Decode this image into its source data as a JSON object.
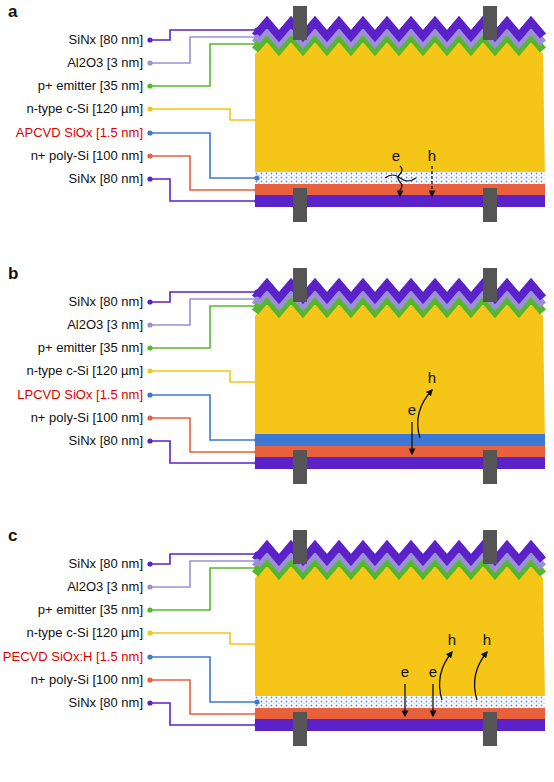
{
  "diagram": {
    "labels": [
      "a",
      "SiNx [80 nm]",
      "Al2O3 [3 nm]",
      "p+ emitter [35 nm]",
      "n-type c-Si [120 µm]",
      "APCVD SiOx [1.5 nm]",
      "n+ poly-Si [100 nm]",
      "SiNx [80 nm]",
      "e",
      "h",
      "b",
      "SiNx [80 nm]",
      "Al2O3 [3 nm]",
      "p+ emitter [35 nm]",
      "n-type c-Si [120 µm]",
      "LPCVD SiOx [1.5 nm]",
      "n+ poly-Si [100 nm]",
      "SiNx [80 nm]",
      "h",
      "e",
      "c",
      "SiNx [80 nm]",
      "Al2O3 [3 nm]",
      "p+ emitter [35 nm]",
      "n-type c-Si [120 µm]",
      "PECVD SiOx:H [1.5 nm]",
      "n+ poly-Si [100 nm]",
      "SiNx [80 nm]",
      "h",
      "h",
      "e",
      "e"
    ]
  }
}
